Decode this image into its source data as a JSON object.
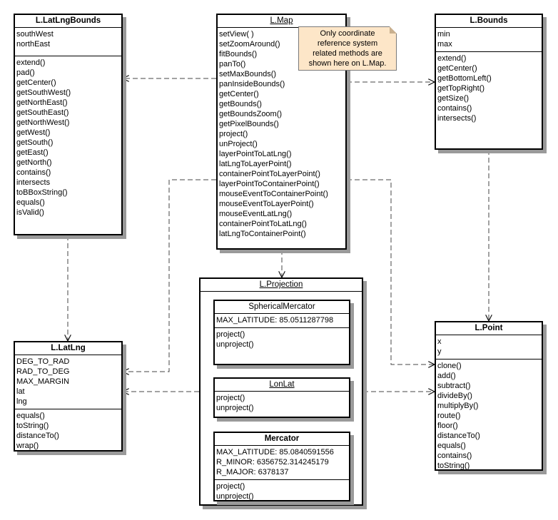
{
  "classes": {
    "latlngbounds": {
      "title": "L.LatLngBounds",
      "fields": [
        "southWest",
        "northEast"
      ],
      "methods": [
        "extend()",
        "pad()",
        "getCenter()",
        "getSouthWest()",
        "getNorthEast()",
        "getSouthEast()",
        "getNorthWest()",
        "getWest()",
        "getSouth()",
        "getEast()",
        "getNorth()",
        "contains()",
        "intersects",
        "toBBoxString()",
        "equals()",
        "isValid()"
      ]
    },
    "map": {
      "title": "L.Map",
      "methods": [
        "setView( )",
        "setZoomAround()",
        "fitBounds()",
        "panTo()",
        "setMaxBounds()",
        "panInsideBounds()",
        "getCenter()",
        "getBounds()",
        "getBoundsZoom()",
        "getPixelBounds()",
        "project()",
        "unProject()",
        "layerPointToLatLng()",
        "latLngToLayerPoint()",
        "containerPointToLayerPoint()",
        "layerPointToContainerPoint()",
        "mouseEventToContainerPoint()",
        "mouseEventToLayerPoint()",
        "mouseEventLatLng()",
        "containerPointToLatLng()",
        "latLngToContainerPoint()"
      ]
    },
    "bounds": {
      "title": "L.Bounds",
      "fields": [
        "min",
        "max"
      ],
      "methods": [
        "extend()",
        "getCenter()",
        "getBottomLeft()",
        "getTopRight()",
        "getSize()",
        "contains()",
        "intersects()"
      ]
    },
    "latlng": {
      "title": "L.LatLng",
      "fields": [
        "DEG_TO_RAD",
        "RAD_TO_DEG",
        "MAX_MARGIN",
        "lat",
        "lng"
      ],
      "methods": [
        "equals()",
        "toString()",
        "distanceTo()",
        "wrap()"
      ]
    },
    "projection": {
      "title": "L.Projection"
    },
    "spherical": {
      "title": "SphericalMercator",
      "fields": [
        "MAX_LATITUDE: 85.0511287798"
      ],
      "methods": [
        "project()",
        "unproject()"
      ]
    },
    "lonlat": {
      "title": "LonLat",
      "methods": [
        "project()",
        "unproject()"
      ]
    },
    "mercator": {
      "title": "Mercator",
      "fields": [
        "MAX_LATITUDE: 85.0840591556",
        "R_MINOR: 6356752.314245179",
        "R_MAJOR: 6378137"
      ],
      "methods": [
        "project()",
        "unproject()"
      ]
    },
    "point": {
      "title": "L.Point",
      "fields": [
        "x",
        "y"
      ],
      "methods": [
        "clone()",
        "add()",
        "subtract()",
        "divideBy()",
        "multiplyBy()",
        "route()",
        "floor()",
        "distanceTo()",
        "equals()",
        "contains()",
        "toString()"
      ]
    }
  },
  "note": {
    "lines": [
      "Only coordinate",
      "reference system",
      "related methods are",
      "shown here on L.Map."
    ]
  }
}
